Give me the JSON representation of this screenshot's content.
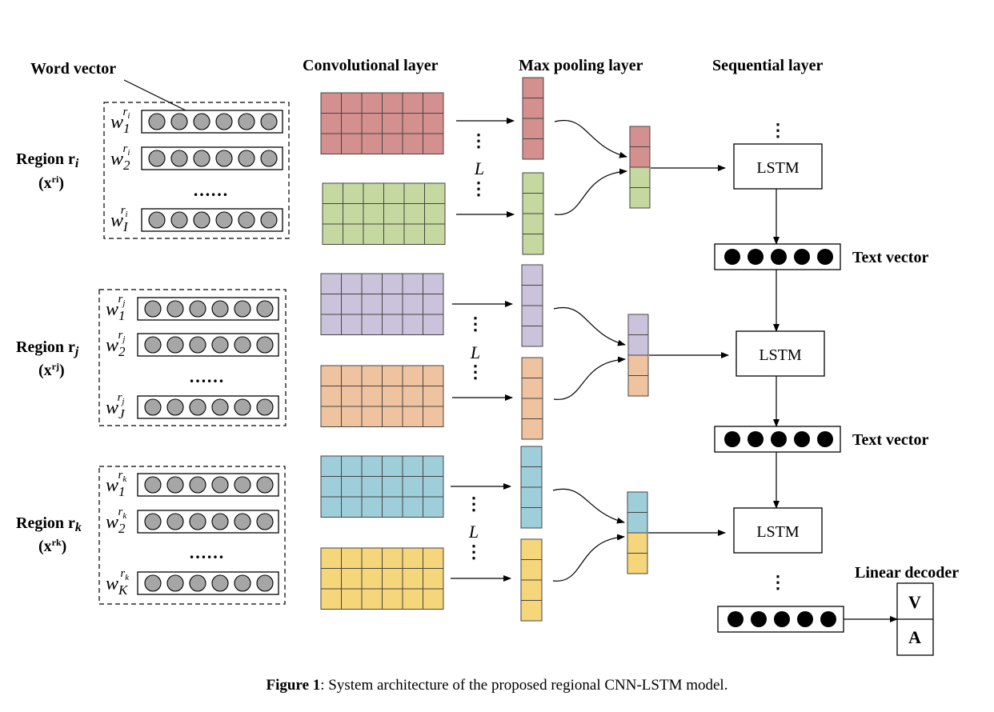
{
  "headers": {
    "word_vector": "Word vector",
    "conv": "Convolutional layer",
    "pool": "Max pooling layer",
    "seq": "Sequential layer",
    "linear_decoder": "Linear decoder"
  },
  "regions": [
    {
      "name": "Region r",
      "sub": "i",
      "x": "(x",
      "xsup": "ri",
      "xclose": ")",
      "rows": [
        {
          "w": "w",
          "sub": "1",
          "sup": "r",
          "supsub": "i"
        },
        {
          "w": "w",
          "sub": "2",
          "sup": "r",
          "supsub": "i"
        },
        {
          "w": "w",
          "sub": "I",
          "sup": "r",
          "supsub": "i"
        }
      ],
      "conv_colors": [
        "#d4908e",
        "#c5d8a0"
      ],
      "pool_colors": [
        "#d4908e",
        "#c5d8a0"
      ]
    },
    {
      "name": "Region r",
      "sub": "j",
      "x": "(x",
      "xsup": "rj",
      "xclose": ")",
      "rows": [
        {
          "w": "w",
          "sub": "1",
          "sup": "r",
          "supsub": "j"
        },
        {
          "w": "w",
          "sub": "2",
          "sup": "r",
          "supsub": "j"
        },
        {
          "w": "w",
          "sub": "J",
          "sup": "r",
          "supsub": "j"
        }
      ],
      "conv_colors": [
        "#cbc3dc",
        "#f0c3a0"
      ],
      "pool_colors": [
        "#cbc3dc",
        "#f0c3a0"
      ]
    },
    {
      "name": "Region r",
      "sub": "k",
      "x": "(x",
      "xsup": "rk",
      "xclose": ")",
      "rows": [
        {
          "w": "w",
          "sub": "1",
          "sup": "r",
          "supsub": "k"
        },
        {
          "w": "w",
          "sub": "2",
          "sup": "r",
          "supsub": "k"
        },
        {
          "w": "w",
          "sub": "K",
          "sup": "r",
          "supsub": "k"
        }
      ],
      "conv_colors": [
        "#9fcedb",
        "#f6d67a"
      ],
      "pool_colors": [
        "#9fcedb",
        "#f6d67a"
      ]
    }
  ],
  "ellipsis": "……",
  "l_label": "L",
  "vdots": "⋮",
  "lstm": [
    "LSTM",
    "LSTM",
    "LSTM"
  ],
  "text_vector": [
    "Text vector",
    "Text vector"
  ],
  "decoder": [
    "V",
    "A"
  ],
  "caption": {
    "bold": "Figure 1",
    "rest": ": System architecture of the proposed regional CNN-LSTM model."
  }
}
